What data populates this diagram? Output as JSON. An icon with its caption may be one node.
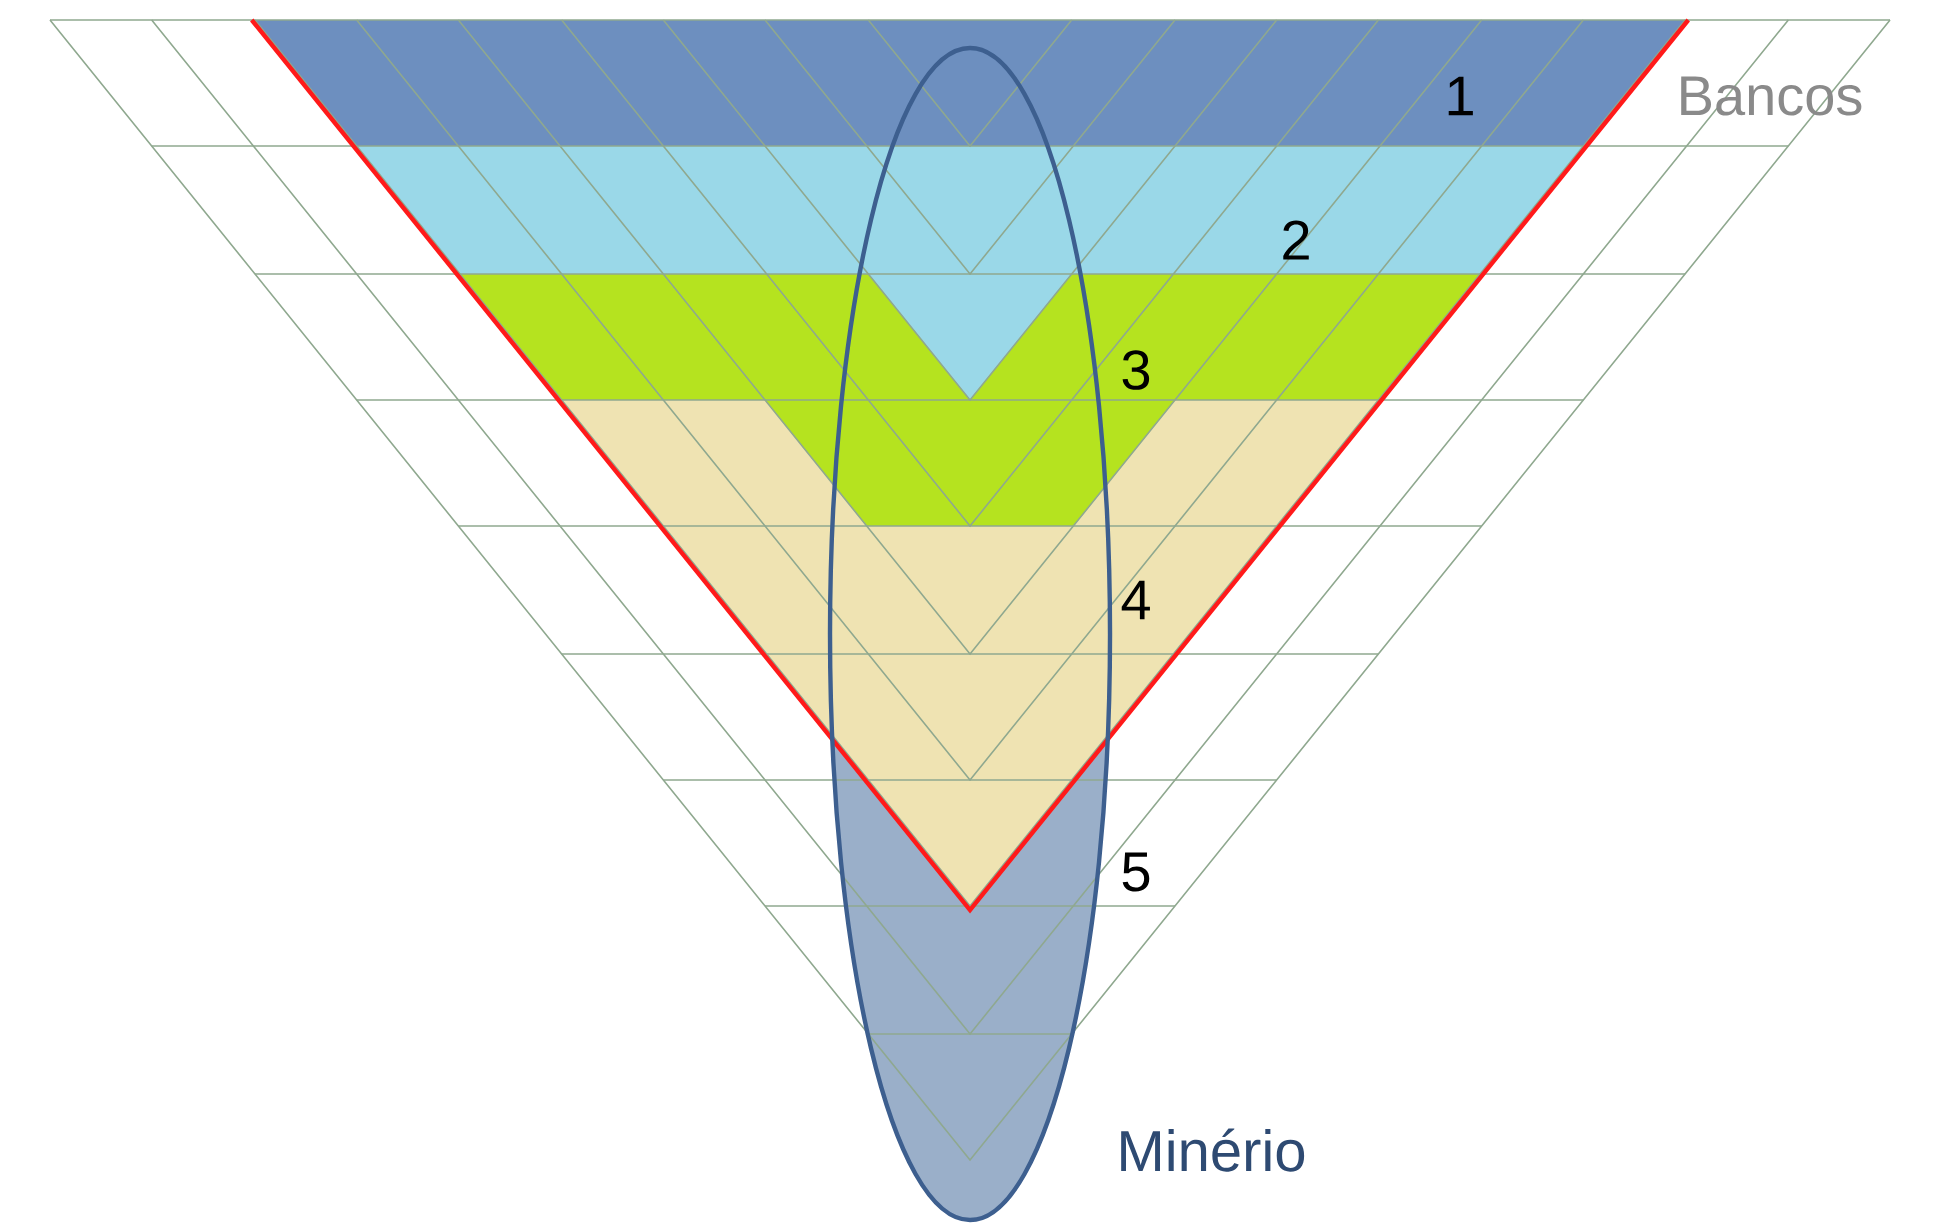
{
  "diagram": {
    "nodes": [
      {
        "text": [
          "Minério"
        ]
      }
    ],
    "labels": [
      "1",
      "Bancos",
      "2",
      "3",
      "4",
      "5"
    ]
  }
}
